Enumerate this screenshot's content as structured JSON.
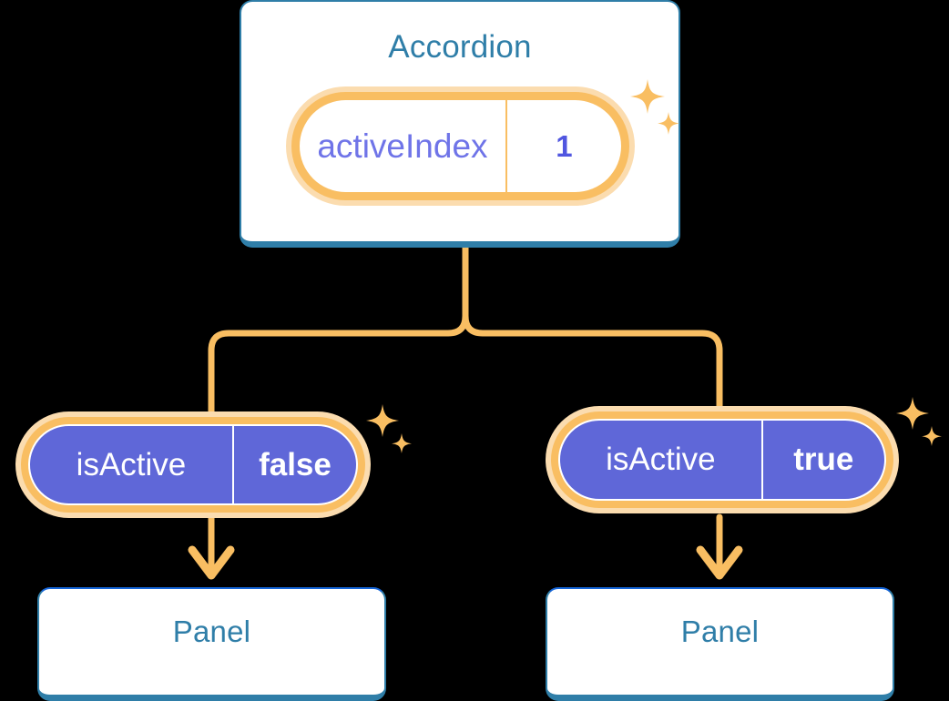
{
  "diagram": {
    "type": "component-state-tree",
    "accent_colors": {
      "box_border_blue": "#2F7EA8",
      "box_top_blue": "#1565D8",
      "title_blue": "#2F7EA8",
      "wire_orange": "#F9BE62",
      "halo_orange": "#FBDCAF",
      "pill_purple": "#5F67D8",
      "pill_key_purple": "#6F74E8",
      "pill_value_purple": "#5056E0",
      "background": "#000000"
    }
  },
  "nodes": {
    "parent": {
      "title": "Accordion",
      "state": {
        "key": "activeIndex",
        "value": "1",
        "style": "light"
      }
    },
    "children": [
      {
        "id": "left",
        "state": {
          "key": "isActive",
          "value": "false",
          "style": "filled"
        },
        "panel": {
          "title": "Panel"
        }
      },
      {
        "id": "right",
        "state": {
          "key": "isActive",
          "value": "true",
          "style": "filled"
        },
        "panel": {
          "title": "Panel"
        }
      }
    ]
  },
  "decorations": {
    "sparkle_groups": [
      {
        "name": "sparkle-parent",
        "big": "4-point-star",
        "small": "4-point-star"
      },
      {
        "name": "sparkle-left",
        "big": "4-point-star",
        "small": "4-point-star"
      },
      {
        "name": "sparkle-right",
        "big": "4-point-star",
        "small": "4-point-star"
      }
    ]
  }
}
